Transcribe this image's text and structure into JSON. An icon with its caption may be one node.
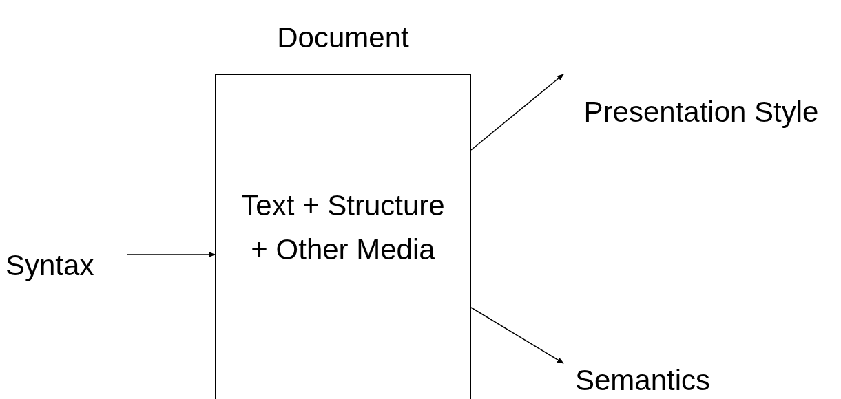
{
  "diagram": {
    "nodes": [
      {
        "text": [
          "Document",
          "Text + Structure + Other Media"
        ]
      },
      {
        "text": [
          "Syntax"
        ]
      },
      {
        "text": [
          "Presentation Style"
        ]
      },
      {
        "text": [
          "Semantics"
        ]
      }
    ],
    "edges": [
      {
        "from": 1,
        "to": 0,
        "arrow": "to"
      },
      {
        "from": 0,
        "to": 2,
        "arrow": "to"
      },
      {
        "from": 0,
        "to": 3,
        "arrow": "to"
      }
    ]
  }
}
